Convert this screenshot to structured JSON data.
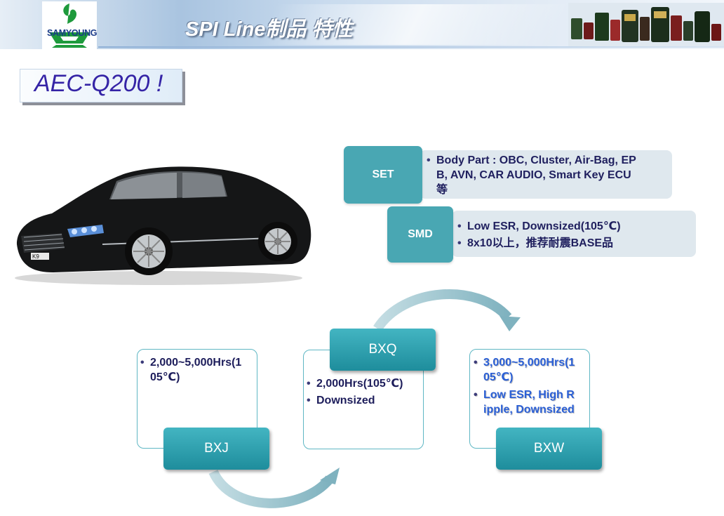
{
  "header": {
    "logo_text": "SAMYOUNG",
    "title": "SPI Line制品 特性"
  },
  "badge": {
    "text": "AEC-Q200 !"
  },
  "car": {
    "plate": "K9"
  },
  "set": {
    "label": "SET",
    "line1": "Body Part : OBC, Cluster, Air-Bag, EP",
    "line2": "B, AVN, CAR AUDIO, Smart Key ECU",
    "line3": "等"
  },
  "smd": {
    "label": "SMD",
    "bullet1": "Low ESR, Downsized(105℃)",
    "bullet2": "8x10以上，推荐耐震BASE品"
  },
  "products": {
    "bxj": {
      "name": "BXJ",
      "line1": "2,000~5,000Hrs(1",
      "line2": "05℃)"
    },
    "bxq": {
      "name": "BXQ",
      "bullet1": "2,000Hrs(105℃)",
      "bullet2": "Downsized"
    },
    "bxw": {
      "name": "BXW",
      "b1_line1": "3,000~5,000Hrs(1",
      "b1_line2": "05℃)",
      "b2_line1": "Low ESR, High R",
      "b2_line2": "ipple, Downsized"
    }
  },
  "colors": {
    "accent": "#49a7b3",
    "button": "#2a9fad",
    "title_text": "#3524a6",
    "highlight": "#2a5fd6"
  }
}
